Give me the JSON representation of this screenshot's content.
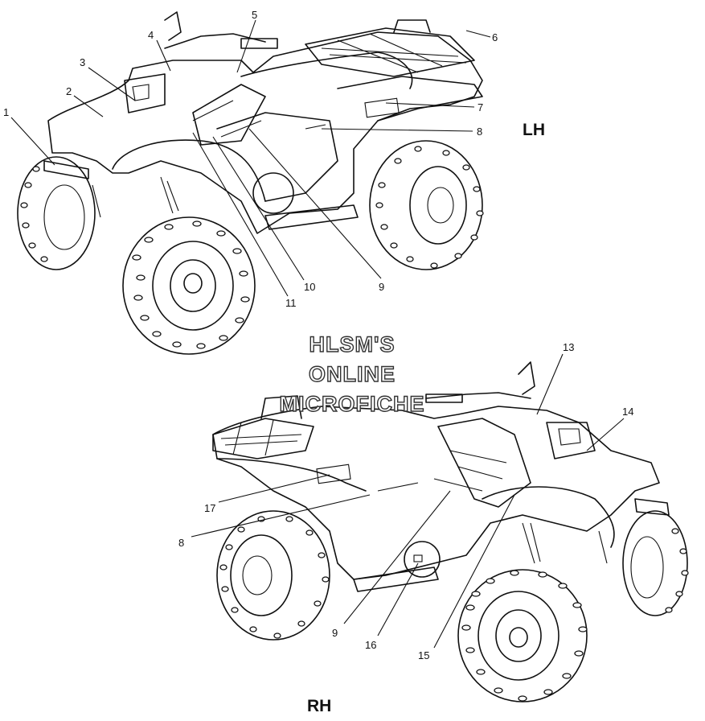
{
  "diagram": {
    "views": [
      {
        "id": "left",
        "label": "LH"
      },
      {
        "id": "right",
        "label": "RH"
      }
    ],
    "callouts": [
      "1",
      "2",
      "3",
      "4",
      "5",
      "6",
      "7",
      "8",
      "9",
      "10",
      "11",
      "8",
      "9",
      "13",
      "14",
      "15",
      "16",
      "17"
    ],
    "watermark": {
      "lines": [
        "HLSM'S",
        "ONLINE",
        "MICROFICHE"
      ]
    },
    "colors": {
      "ink": "#111111",
      "paper": "#ffffff"
    }
  }
}
